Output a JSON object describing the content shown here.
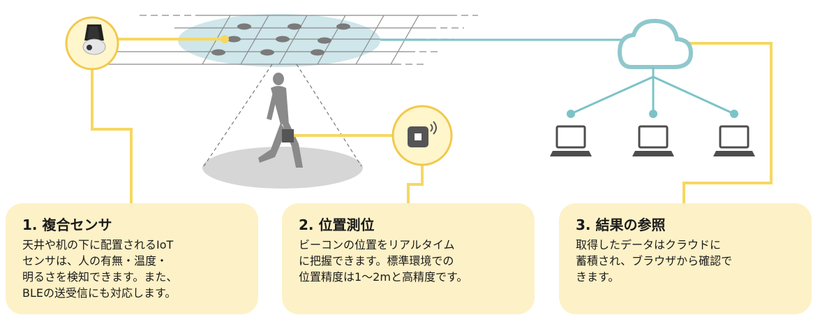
{
  "cards": [
    {
      "title": "1. 複合センサ",
      "body": "天井や机の下に配置されるIoT\nセンサは、人の有無・温度・\n明るさを検知できます。また、\nBLEの送受信にも対応します。"
    },
    {
      "title": "2. 位置測位",
      "body": "ビーコンの位置をリアルタイム\nに把握できます。標準環境での\n位置精度は1～2mと高精度です。"
    },
    {
      "title": "3. 結果の参照",
      "body": "取得したデータはクラウドに\n蓄積され、ブラウザから確認で\nきます。"
    }
  ],
  "icons": [
    "ceiling-sensor-icon",
    "person-icon",
    "beacon-icon",
    "cloud-icon",
    "laptop-icon",
    "laptop-icon",
    "laptop-icon"
  ],
  "colors": {
    "yellow_line": "#f6d860",
    "yellow_circle_fill": "#fff6cc",
    "yellow_circle_stroke": "#f2c94c",
    "card_bg": "#fdf1c7",
    "teal_line": "#7cc3c8",
    "cloud_stroke": "#8fc8cc",
    "floor_area": "#cfe6ea",
    "node_gray": "#7a7a7a",
    "person_gray": "#8a8a8a",
    "floor_ellipse": "#d6d6d6",
    "laptop": "#4d4d4d"
  }
}
